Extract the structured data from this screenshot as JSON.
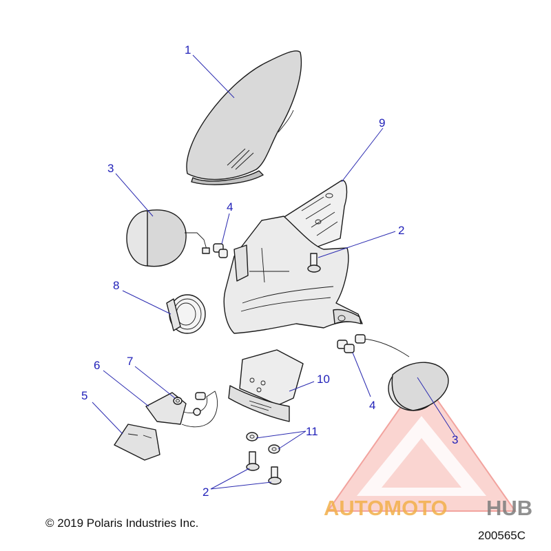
{
  "diagram": {
    "callouts": [
      {
        "id": "1",
        "text": "1"
      },
      {
        "id": "9",
        "text": "9"
      },
      {
        "id": "3a",
        "text": "3"
      },
      {
        "id": "4a",
        "text": "4"
      },
      {
        "id": "2a",
        "text": "2"
      },
      {
        "id": "8",
        "text": "8"
      },
      {
        "id": "7",
        "text": "7"
      },
      {
        "id": "6",
        "text": "6"
      },
      {
        "id": "10",
        "text": "10"
      },
      {
        "id": "5",
        "text": "5"
      },
      {
        "id": "4b",
        "text": "4"
      },
      {
        "id": "3b",
        "text": "3"
      },
      {
        "id": "11",
        "text": "11"
      },
      {
        "id": "2b",
        "text": "2"
      }
    ]
  },
  "footer": {
    "copyright": "© 2019 Polaris Industries Inc.",
    "drawing_number": "200565C"
  },
  "watermark": {
    "text_auto": "AUTOMOTO",
    "text_hub": "HUB",
    "color_primary": "#e8584f",
    "color_secondary": "#f2b04a",
    "color_dark": "#7d7d7d"
  }
}
